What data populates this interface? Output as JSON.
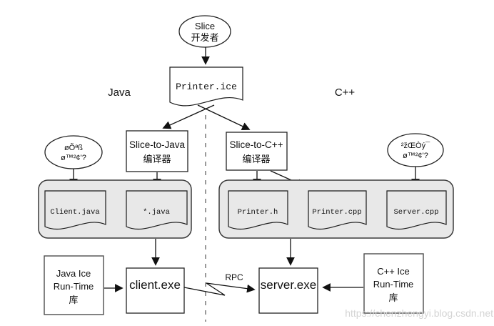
{
  "top": {
    "developer": {
      "line1": "Slice",
      "line2": "开发者"
    },
    "slice_file": "Printer.ice"
  },
  "sections": {
    "java": "Java",
    "cpp": "C++"
  },
  "java": {
    "client_dev": {
      "line1": "øÕªß",
      "line2": "ø™²¢'?"
    },
    "compiler": {
      "line1": "Slice-to-Java",
      "line2": "编译器"
    },
    "files": {
      "client": "Client.java",
      "generated": "*.java"
    },
    "runtime": {
      "line1": "Java Ice",
      "line2": "Run-Time",
      "line3": "库"
    },
    "exe": "client.exe"
  },
  "cpp": {
    "server_dev": {
      "line1": "²žŒÒý¯",
      "line2": "ø™²¢'?"
    },
    "compiler": {
      "line1": "Slice-to-C++",
      "line2": "编译器"
    },
    "files": {
      "header": "Printer.h",
      "generated": "Printer.cpp",
      "server": "Server.cpp"
    },
    "runtime": {
      "line1": "C++ Ice",
      "line2": "Run-Time",
      "line3": "库"
    },
    "exe": "server.exe"
  },
  "rpc_label": "RPC",
  "watermark": "https://chenzhengyi.blog.csdn.net",
  "colors": {
    "container_fill": "#e8e8e8",
    "line": "#111111",
    "dashed_divider": "#9a9a9a",
    "watermark": "#d4d4d4",
    "background": "#ffffff"
  }
}
